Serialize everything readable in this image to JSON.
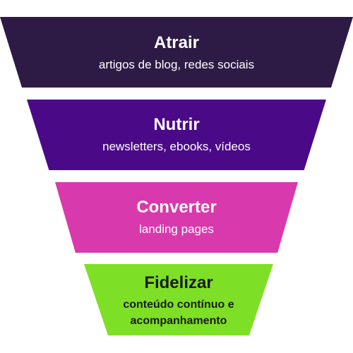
{
  "stages": [
    {
      "title": "Atrair",
      "description": "artigos de blog, redes sociais",
      "color": "#2d1b45",
      "text_color": "#ffffff"
    },
    {
      "title": "Nutrir",
      "description": "newsletters, ebooks, vídeos",
      "color": "#4a0a87",
      "text_color": "#ffffff"
    },
    {
      "title": "Converter",
      "description": "landing pages",
      "color": "#d83aad",
      "text_color": "#ffffff"
    },
    {
      "title": "Fidelizar",
      "description": "conteúdo contínuo e acompanhamento",
      "color": "#7ee026",
      "text_color": "#1a1a1a"
    }
  ]
}
